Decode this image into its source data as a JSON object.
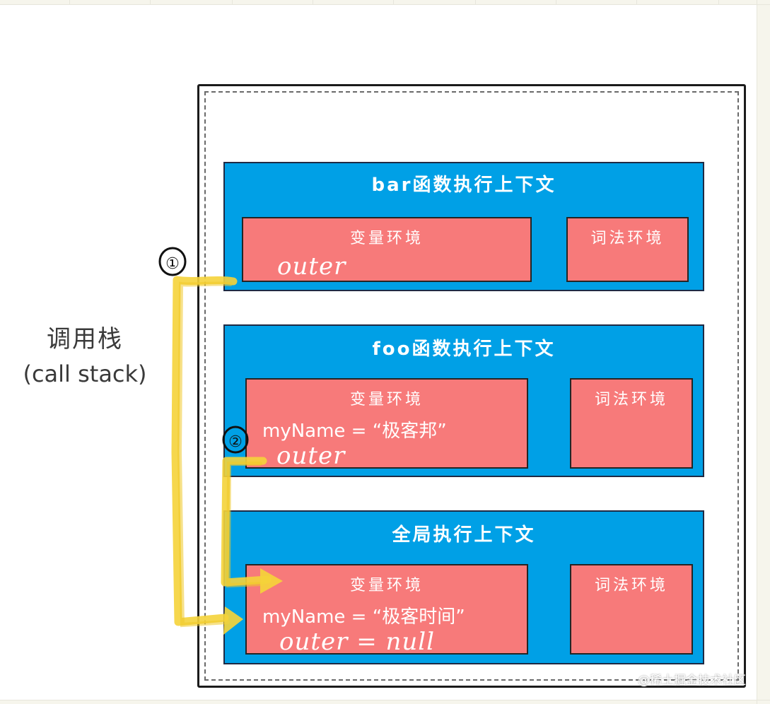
{
  "call_stack": {
    "label_cn": "调用栈",
    "label_en": "(call stack)"
  },
  "contexts": {
    "bar": {
      "title": "bar函数执行上下文",
      "variable_env": {
        "title": "变量环境",
        "outer": "outer"
      },
      "lexical_env": {
        "title": "词法环境"
      }
    },
    "foo": {
      "title": "foo函数执行上下文",
      "variable_env": {
        "title": "变量环境",
        "my_name": "myName = “极客邦”",
        "outer": "outer"
      },
      "lexical_env": {
        "title": "词法环境"
      }
    },
    "global": {
      "title": "全局执行上下文",
      "variable_env": {
        "title": "变量环境",
        "my_name": "myName = “极客时间”",
        "outer": "outer = null"
      },
      "lexical_env": {
        "title": "词法环境"
      }
    }
  },
  "markers": {
    "one": "①",
    "two": "②"
  },
  "watermark": "@稀土掘金技术社区",
  "colors": {
    "context": "#00a0e6",
    "environment": "#f77a7a",
    "arrow": "#f5d33a"
  }
}
